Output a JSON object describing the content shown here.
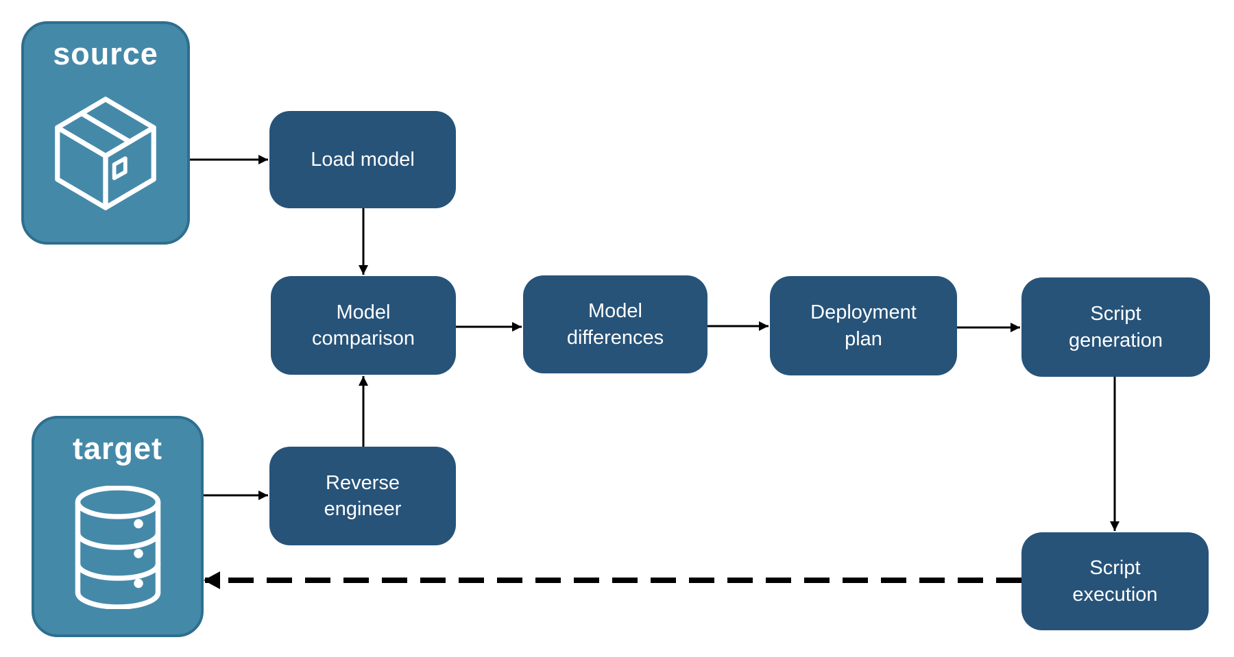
{
  "diagram": {
    "type": "flowchart",
    "colors": {
      "background": "#ffffff",
      "node_fill": "#275379",
      "node_text": "#ffffff",
      "container_fill": "#4589A9",
      "container_border": "#2E6E8E",
      "container_text": "#ffffff",
      "arrow": "#000000"
    },
    "containers": [
      {
        "id": "source",
        "label": "source",
        "icon": "package-icon"
      },
      {
        "id": "target",
        "label": "target",
        "icon": "database-icon"
      }
    ],
    "nodes": [
      {
        "id": "load-model",
        "label": "Load model"
      },
      {
        "id": "model-comparison",
        "label": "Model comparison"
      },
      {
        "id": "model-differences",
        "label": "Model differences"
      },
      {
        "id": "deployment-plan",
        "label": "Deployment plan"
      },
      {
        "id": "script-generation",
        "label": "Script generation"
      },
      {
        "id": "reverse-engineer",
        "label": "Reverse engineer"
      },
      {
        "id": "script-execution",
        "label": "Script execution"
      }
    ],
    "edges": [
      {
        "from": "source",
        "to": "load-model",
        "style": "solid"
      },
      {
        "from": "load-model",
        "to": "model-comparison",
        "style": "solid"
      },
      {
        "from": "model-comparison",
        "to": "model-differences",
        "style": "solid"
      },
      {
        "from": "model-differences",
        "to": "deployment-plan",
        "style": "solid"
      },
      {
        "from": "deployment-plan",
        "to": "script-generation",
        "style": "solid"
      },
      {
        "from": "script-generation",
        "to": "script-execution",
        "style": "solid"
      },
      {
        "from": "target",
        "to": "reverse-engineer",
        "style": "solid"
      },
      {
        "from": "reverse-engineer",
        "to": "model-comparison",
        "style": "solid"
      },
      {
        "from": "script-execution",
        "to": "target",
        "style": "dashed"
      }
    ]
  }
}
